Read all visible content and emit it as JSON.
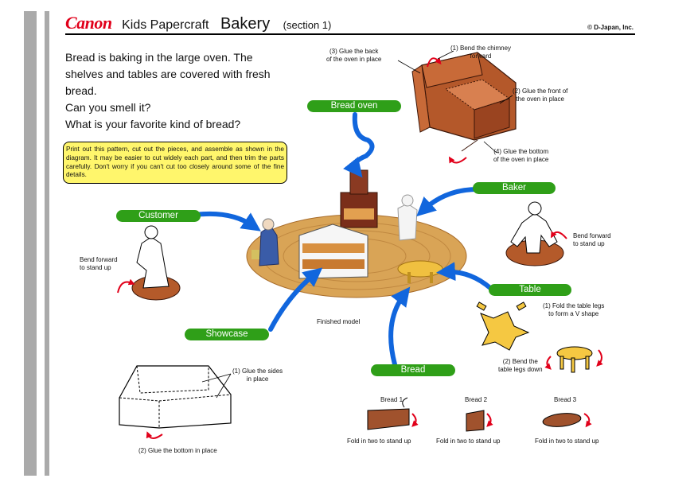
{
  "header": {
    "brand": "Canon",
    "series": "Kids Papercraft",
    "title": "Bakery",
    "section": "(section 1)",
    "copyright": "© D-Japan, Inc."
  },
  "intro": {
    "line1": "Bread is baking in the large oven.  The",
    "line2": "shelves and tables are covered with fresh",
    "line3": "bread.",
    "line4": "Can you smell it?",
    "line5": "What is your favorite kind of bread?"
  },
  "note": "Print out this pattern, cut out the pieces, and assemble as shown in the diagram.  It may be easier to cut widely each part, and then trim the parts carefully.  Don't worry if you can't cut too closely around some of the fine details.",
  "labels": {
    "bread_oven": "Bread oven",
    "baker": "Baker",
    "customer": "Customer",
    "table": "Table",
    "showcase": "Showcase",
    "bread": "Bread"
  },
  "oven_steps": {
    "step3_l1": "(3) Glue the back",
    "step3_l2": "of the oven in place",
    "step1_l1": "(1) Bend the chimney",
    "step1_l2": "forward",
    "step2_l1": "(2) Glue the front of",
    "step2_l2": "the oven in place",
    "step4_l1": "(4) Glue the bottom",
    "step4_l2": "of the oven in place"
  },
  "baker_note": {
    "l1": "Bend forward",
    "l2": "to stand up"
  },
  "customer_note": {
    "l1": "Bend forward",
    "l2": "to stand up"
  },
  "table_steps": {
    "step1_l1": "(1) Fold the table legs",
    "step1_l2": "to form a V shape",
    "step2_l1": "(2) Bend the",
    "step2_l2": "table legs down"
  },
  "finished": "Finished model",
  "showcase_steps": {
    "step1_l1": "(1) Glue the sides",
    "step1_l2": "in place",
    "step2": "(2) Glue the bottom in place"
  },
  "breads": [
    {
      "name": "Bread 1",
      "instruction": "Fold in two to stand up"
    },
    {
      "name": "Bread 2",
      "instruction": "Fold in two to stand up"
    },
    {
      "name": "Bread 3",
      "instruction": "Fold in two to stand up"
    }
  ],
  "colors": {
    "brand_red": "#e1001a",
    "label_green": "#2f9f18",
    "arrow_blue": "#1166dd",
    "note_yellow": "#fff66c",
    "paper_brown": "#b4582a",
    "bread_brown": "#a0522d",
    "table_yellow": "#f5c842"
  }
}
